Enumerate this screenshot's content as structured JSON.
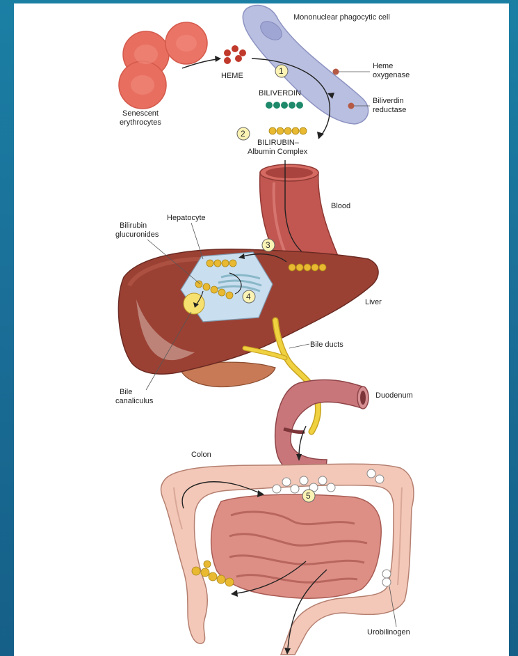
{
  "labels": {
    "mononuclear": "Mononuclear phagocytic cell",
    "heme": "HEME",
    "heme_oxygenase_1": "Heme",
    "heme_oxygenase_2": "oxygenase",
    "biliverdin": "BILIVERDIN",
    "biliverdin_reductase_1": "Biliverdin",
    "biliverdin_reductase_2": "reductase",
    "senescent_1": "Senescent",
    "senescent_2": "erythrocytes",
    "bilirubin_1": "BILIRUBIN–",
    "bilirubin_2": "Albumin Complex",
    "blood": "Blood",
    "hepatocyte": "Hepatocyte",
    "bilirubin_gluc_1": "Bilirubin",
    "bilirubin_gluc_2": "glucuronides",
    "liver": "Liver",
    "bile_ducts": "Bile ducts",
    "bile_can_1": "Bile",
    "bile_can_2": "canaliculus",
    "duodenum": "Duodenum",
    "colon": "Colon",
    "urobilinogen": "Urobilinogen"
  },
  "steps": [
    "1",
    "2",
    "3",
    "4",
    "5"
  ],
  "colors": {
    "background": "#1a6f98",
    "rbc": "#e86f60",
    "heme_dot": "#c0392b",
    "biliverdin_dot": "#1f8a6b",
    "bilirubin_dot": "#e8b931",
    "phagocyte": "#b9bfe0",
    "liver": "#9b4134",
    "blood_vessel": "#c25650",
    "bile": "#f0d140",
    "intestine": "#f3c8b8",
    "small_intestine": "#dd8f86"
  }
}
